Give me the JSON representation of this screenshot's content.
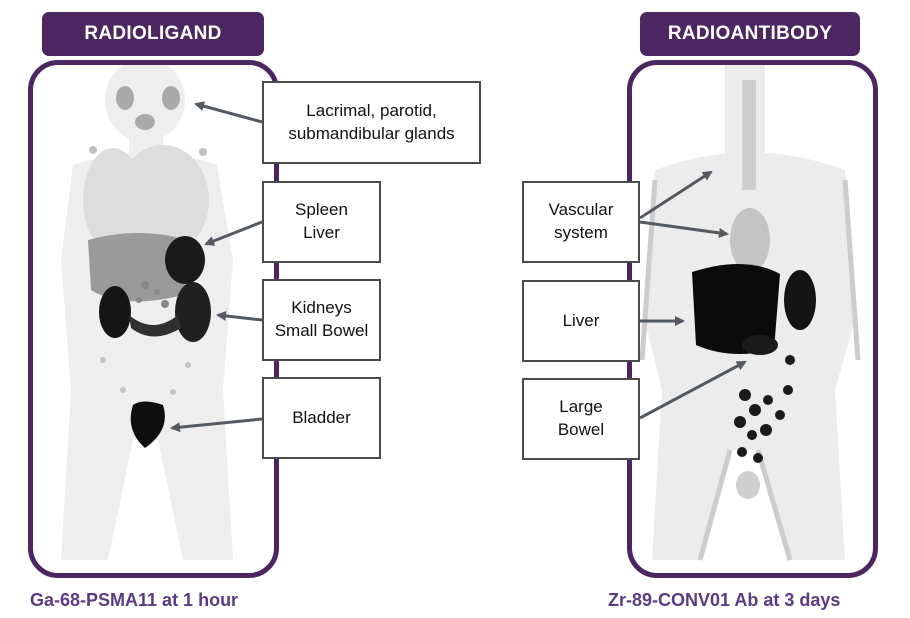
{
  "left_panel": {
    "title": "RADIOLIGAND",
    "caption": "Ga-68-PSMA11 at 1 hour",
    "labels": [
      "Lacrimal, parotid,\nsubmandibular glands",
      "Spleen\nLiver",
      "Kidneys\nSmall Bowel",
      "Bladder"
    ]
  },
  "right_panel": {
    "title": "RADIOANTIBODY",
    "caption": "Zr-89-CONV01 Ab at 3 days",
    "labels": [
      "Vascular\nsystem",
      "Liver",
      "Large\nBowel"
    ]
  },
  "colors": {
    "accent": "#4b2660",
    "caption": "#5b3b84",
    "arrow": "#555a60"
  }
}
